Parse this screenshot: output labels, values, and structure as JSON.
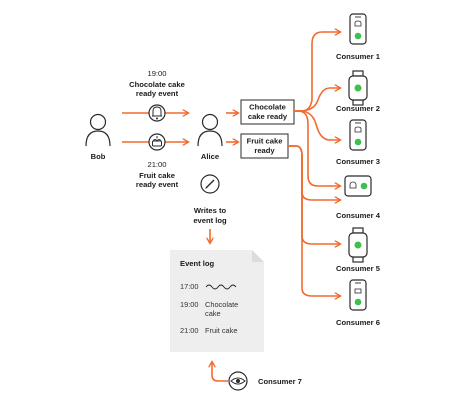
{
  "colors": {
    "arrow": "#f26a2e",
    "stroke": "#2b2b2b",
    "box": "#ffffff",
    "log_bg": "#eeeeef",
    "whatsapp": "#3fbf4b"
  },
  "actors": {
    "bob": {
      "label": "Bob"
    },
    "alice": {
      "label": "Alice"
    }
  },
  "events": {
    "chocolate": {
      "time": "19:00",
      "line1": "Chocolate cake",
      "line2": "ready event",
      "icon": "bell-icon"
    },
    "fruit": {
      "time": "21:00",
      "line1": "Fruit cake",
      "line2": "ready event",
      "icon": "cake-icon"
    }
  },
  "alice_boxes": {
    "chocolate": {
      "line1": "Chocolate",
      "line2": "cake ready"
    },
    "fruit": {
      "line1": "Fruit cake",
      "line2": "ready"
    }
  },
  "writes": {
    "line1": "Writes to",
    "line2": "event log",
    "icon": "pen-icon"
  },
  "event_log": {
    "title": "Event log",
    "entries": [
      {
        "time": "17:00",
        "text1": "",
        "text2": "",
        "squiggle": true
      },
      {
        "time": "19:00",
        "text1": "Chocolate",
        "text2": "cake",
        "squiggle": false
      },
      {
        "time": "21:00",
        "text1": "Fruit cake",
        "text2": "",
        "squiggle": false
      }
    ]
  },
  "consumers": [
    {
      "label": "Consumer 1",
      "device": "phone",
      "notice": "bell-icon"
    },
    {
      "label": "Consumer 2",
      "device": "watch",
      "notice": "whatsapp-icon"
    },
    {
      "label": "Consumer 3",
      "device": "phone",
      "notice": "bell-icon"
    },
    {
      "label": "Consumer 4",
      "device": "tablet",
      "notice": "bell-icon"
    },
    {
      "label": "Consumer 5",
      "device": "watch",
      "notice": "whatsapp-icon"
    },
    {
      "label": "Consumer 6",
      "device": "phone",
      "notice": "cake-icon"
    }
  ],
  "consumer7": {
    "label": "Consumer 7",
    "icon": "eye-icon"
  }
}
